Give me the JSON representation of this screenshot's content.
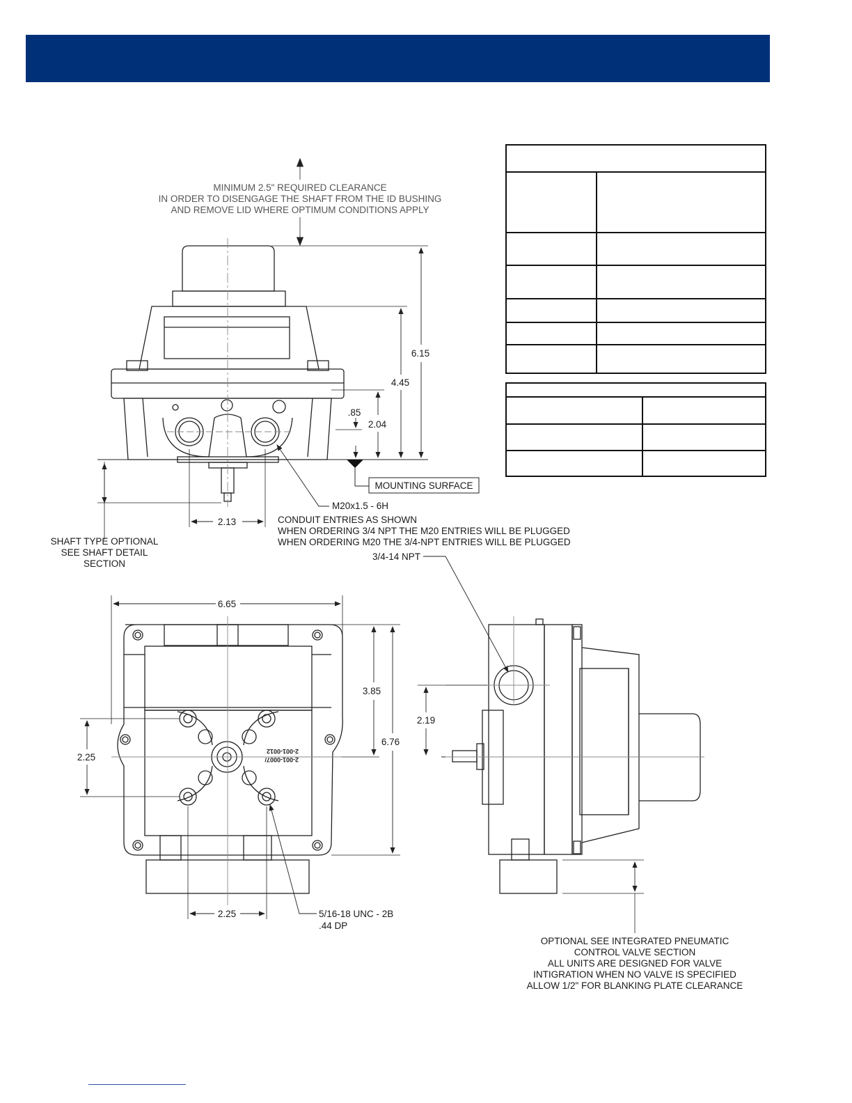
{
  "header": {
    "color": "#003078"
  },
  "front_view": {
    "clearance_note": [
      "MINIMUM 2.5\" REQUIRED CLEARANCE",
      "IN ORDER TO DISENGAGE THE SHAFT FROM THE ID BUSHING",
      "AND REMOVE LID WHERE OPTIMUM CONDITIONS APPLY"
    ],
    "dim_overall_height": "6.15",
    "dim_body_height": "4.45",
    "dim_conduit_height": "2.04",
    "dim_small": ".85",
    "dim_conduit_spacing": "2.13",
    "mounting_surface": "MOUNTING SURFACE",
    "conduit_thread": "M20x1.5 - 6H",
    "conduit_note": [
      "CONDUIT ENTRIES AS SHOWN",
      "WHEN ORDERING 3/4 NPT THE M20 ENTRIES WILL BE PLUGGED",
      "WHEN ORDERING M20 THE 3/4-NPT ENTRIES WILL BE PLUGGED"
    ],
    "shaft_note": [
      "SHAFT TYPE OPTIONAL",
      "SEE SHAFT DETAIL",
      "SECTION"
    ]
  },
  "bottom_view": {
    "dim_width": "6.65",
    "dim_depth": "6.76",
    "dim_half": "3.85",
    "dim_pattern_v": "2.25",
    "dim_pattern_h": "2.25",
    "bolt_thread": [
      "5/16-18 UNC - 2B",
      ".44 DP"
    ],
    "part_text_1": "2-001-0007/",
    "part_text_2": "2-001-0012"
  },
  "side_view": {
    "npt_label": "3/4-14 NPT",
    "dim_entry": "2.19",
    "pneumatic_note": [
      "OPTIONAL SEE  INTEGRATED PNEUMATIC",
      "CONTROL VALVE SECTION",
      "ALL UNITS ARE DESIGNED FOR VALVE",
      "INTIGRATION  WHEN NO VALVE IS SPECIFIED",
      "ALLOW 1/2\" FOR BLANKING PLATE CLEARANCE"
    ]
  }
}
